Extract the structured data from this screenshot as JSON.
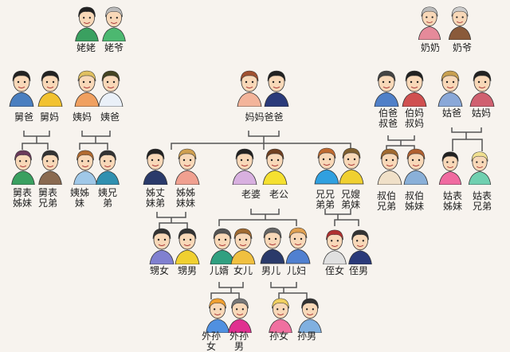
{
  "groups": [
    {
      "id": "maternal-grandparents",
      "labels": [
        "姥姥",
        "姥爷"
      ]
    },
    {
      "id": "paternal-grandparents",
      "labels": [
        "奶奶",
        "奶爷"
      ]
    },
    {
      "id": "maternal-uncle-couple",
      "labels": [
        "舅爸",
        "舅妈"
      ]
    },
    {
      "id": "maternal-aunt-couple",
      "labels": [
        "姨妈",
        "姨爸"
      ]
    },
    {
      "id": "parents",
      "labels": [
        "妈妈爸爸"
      ]
    },
    {
      "id": "paternal-uncle-couple",
      "labels": [
        "伯爸\n叔爸",
        "伯妈\n叔妈"
      ]
    },
    {
      "id": "paternal-aunt-couple",
      "labels": [
        "姑爸",
        "姑妈"
      ]
    },
    {
      "id": "maternal-uncle-cousins",
      "labels": [
        "舅表\n姊妹",
        "舅表\n兄弟"
      ]
    },
    {
      "id": "maternal-aunt-cousins",
      "labels": [
        "姨姊\n妹",
        "姨兄\n弟"
      ]
    },
    {
      "id": "sisters",
      "labels": [
        "姊丈\n妹弟",
        "姊姊\n妹妹"
      ]
    },
    {
      "id": "self-couple",
      "labels": [
        "老婆",
        "老公"
      ]
    },
    {
      "id": "brothers",
      "labels": [
        "兄兄\n弟弟",
        "兄嫂\n弟妹"
      ]
    },
    {
      "id": "paternal-uncle-cousins",
      "labels": [
        "叔伯\n兄弟",
        "叔伯\n姊妹"
      ]
    },
    {
      "id": "paternal-aunt-cousins",
      "labels": [
        "姑表\n姊妹",
        "姑表\n兄弟"
      ]
    },
    {
      "id": "sisters-children",
      "labels": [
        "甥女",
        "甥男"
      ]
    },
    {
      "id": "daughter-couple",
      "labels": [
        "儿婿",
        "女儿"
      ]
    },
    {
      "id": "son-couple",
      "labels": [
        "男儿",
        "儿妇"
      ]
    },
    {
      "id": "brothers-children",
      "labels": [
        "侄女",
        "侄男"
      ]
    },
    {
      "id": "daughters-children",
      "labels": [
        "外孙\n女",
        "外孙\n男"
      ]
    },
    {
      "id": "sons-children",
      "labels": [
        "孙女",
        "孙男"
      ]
    }
  ],
  "colors": {
    "background": "#f7f3ee",
    "line": "#555555"
  }
}
